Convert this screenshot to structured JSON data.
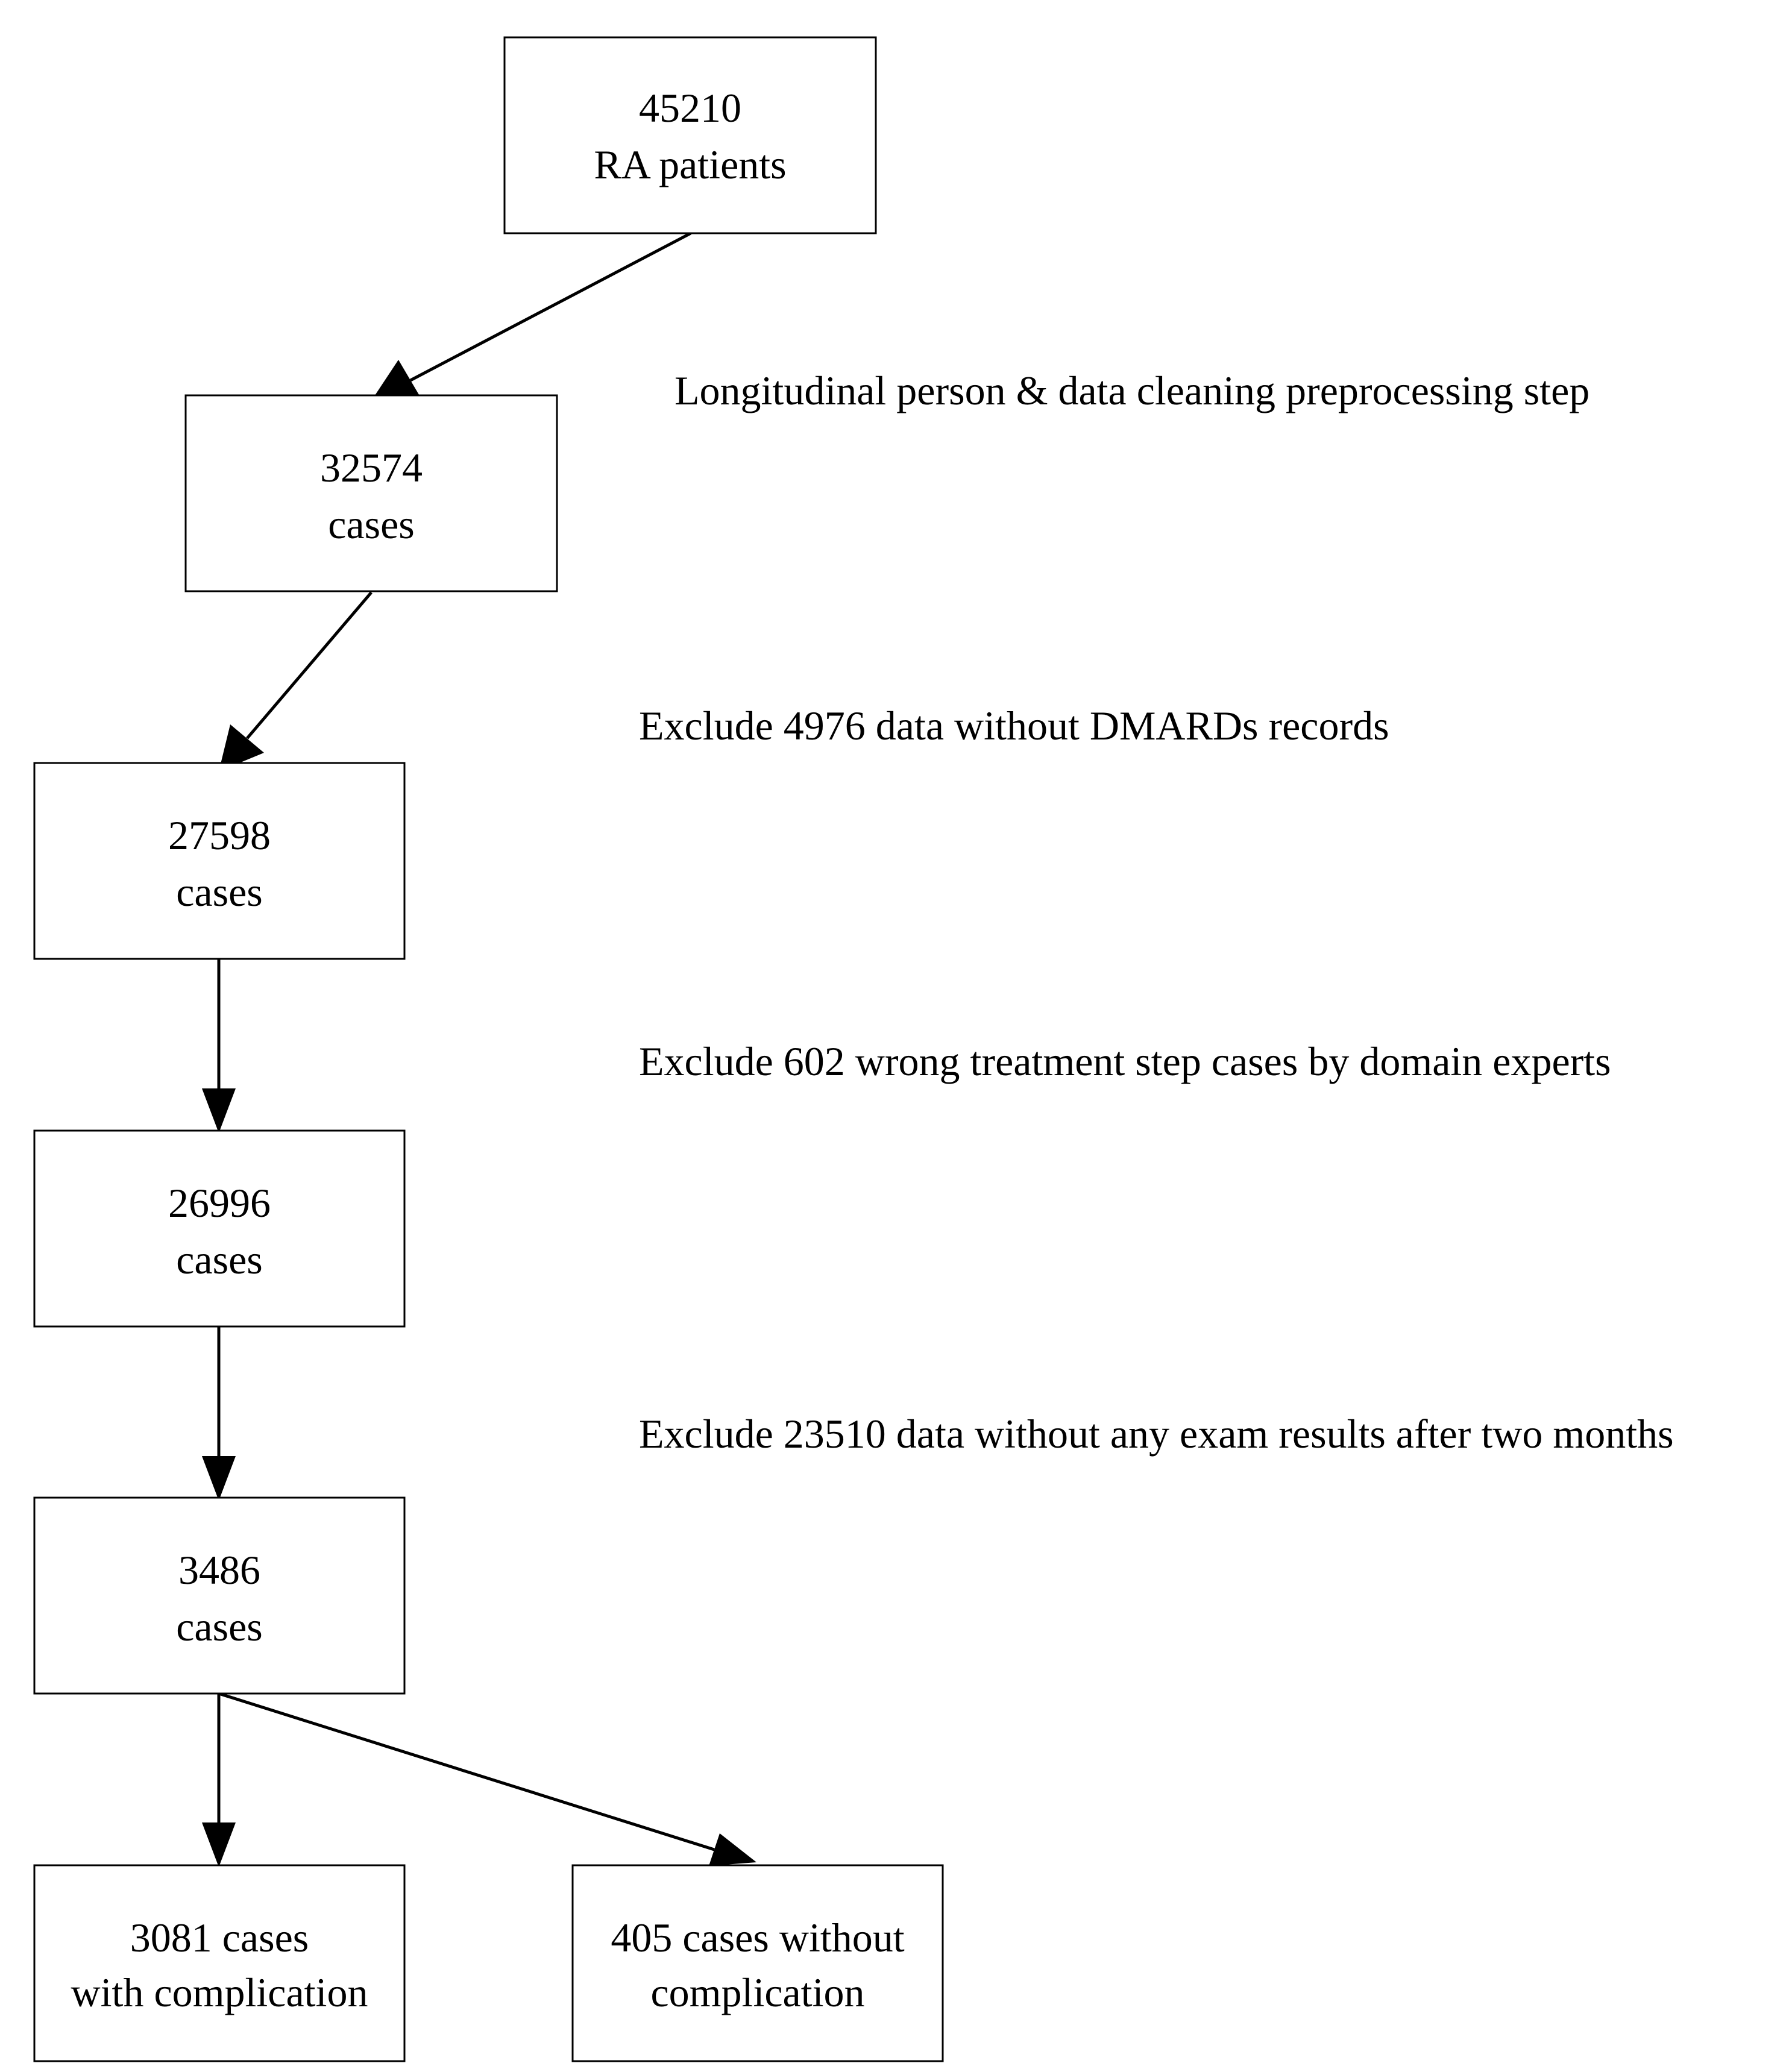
{
  "nodes": [
    {
      "id": "n1",
      "lines": [
        "45210",
        "RA patients"
      ]
    },
    {
      "id": "n2",
      "lines": [
        "32574",
        "cases"
      ]
    },
    {
      "id": "n3",
      "lines": [
        "27598",
        "cases"
      ]
    },
    {
      "id": "n4",
      "lines": [
        "26996",
        "cases"
      ]
    },
    {
      "id": "n5",
      "lines": [
        "3486",
        "cases"
      ]
    },
    {
      "id": "n6",
      "lines": [
        "3081 cases",
        "with complication"
      ]
    },
    {
      "id": "n7",
      "lines": [
        "405 cases without",
        "complication"
      ]
    }
  ],
  "steps": [
    "Longitudinal person & data cleaning preprocessing step",
    "Exclude 4976 data without DMARDs records",
    "Exclude 602 wrong treatment step cases by domain experts",
    "Exclude 23510 data without any exam results after two months"
  ]
}
